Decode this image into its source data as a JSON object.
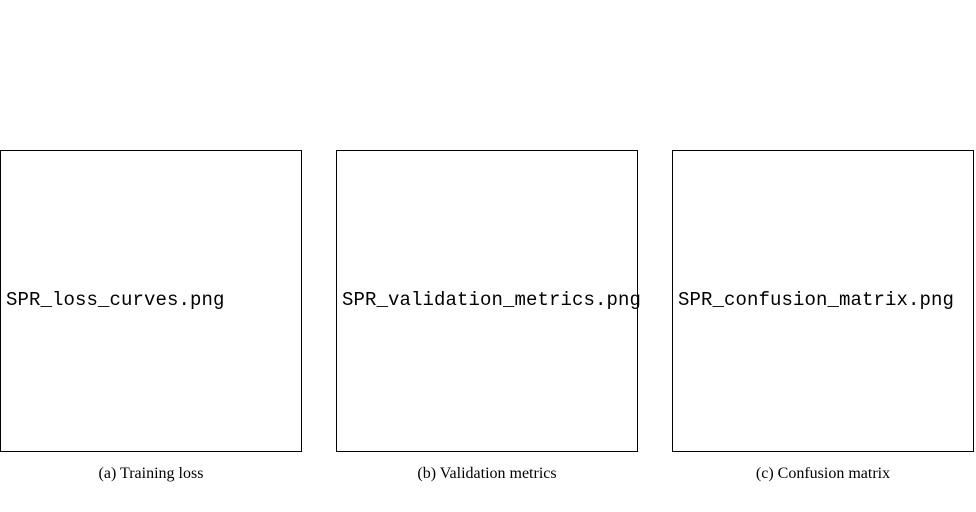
{
  "figure": {
    "panels": [
      {
        "placeholder": "SPR_loss_curves.png",
        "caption": "(a) Training loss"
      },
      {
        "placeholder": "SPR_validation_metrics.png",
        "caption": "(b) Validation metrics"
      },
      {
        "placeholder": "SPR_confusion_matrix.png",
        "caption": "(c) Confusion matrix"
      }
    ]
  }
}
